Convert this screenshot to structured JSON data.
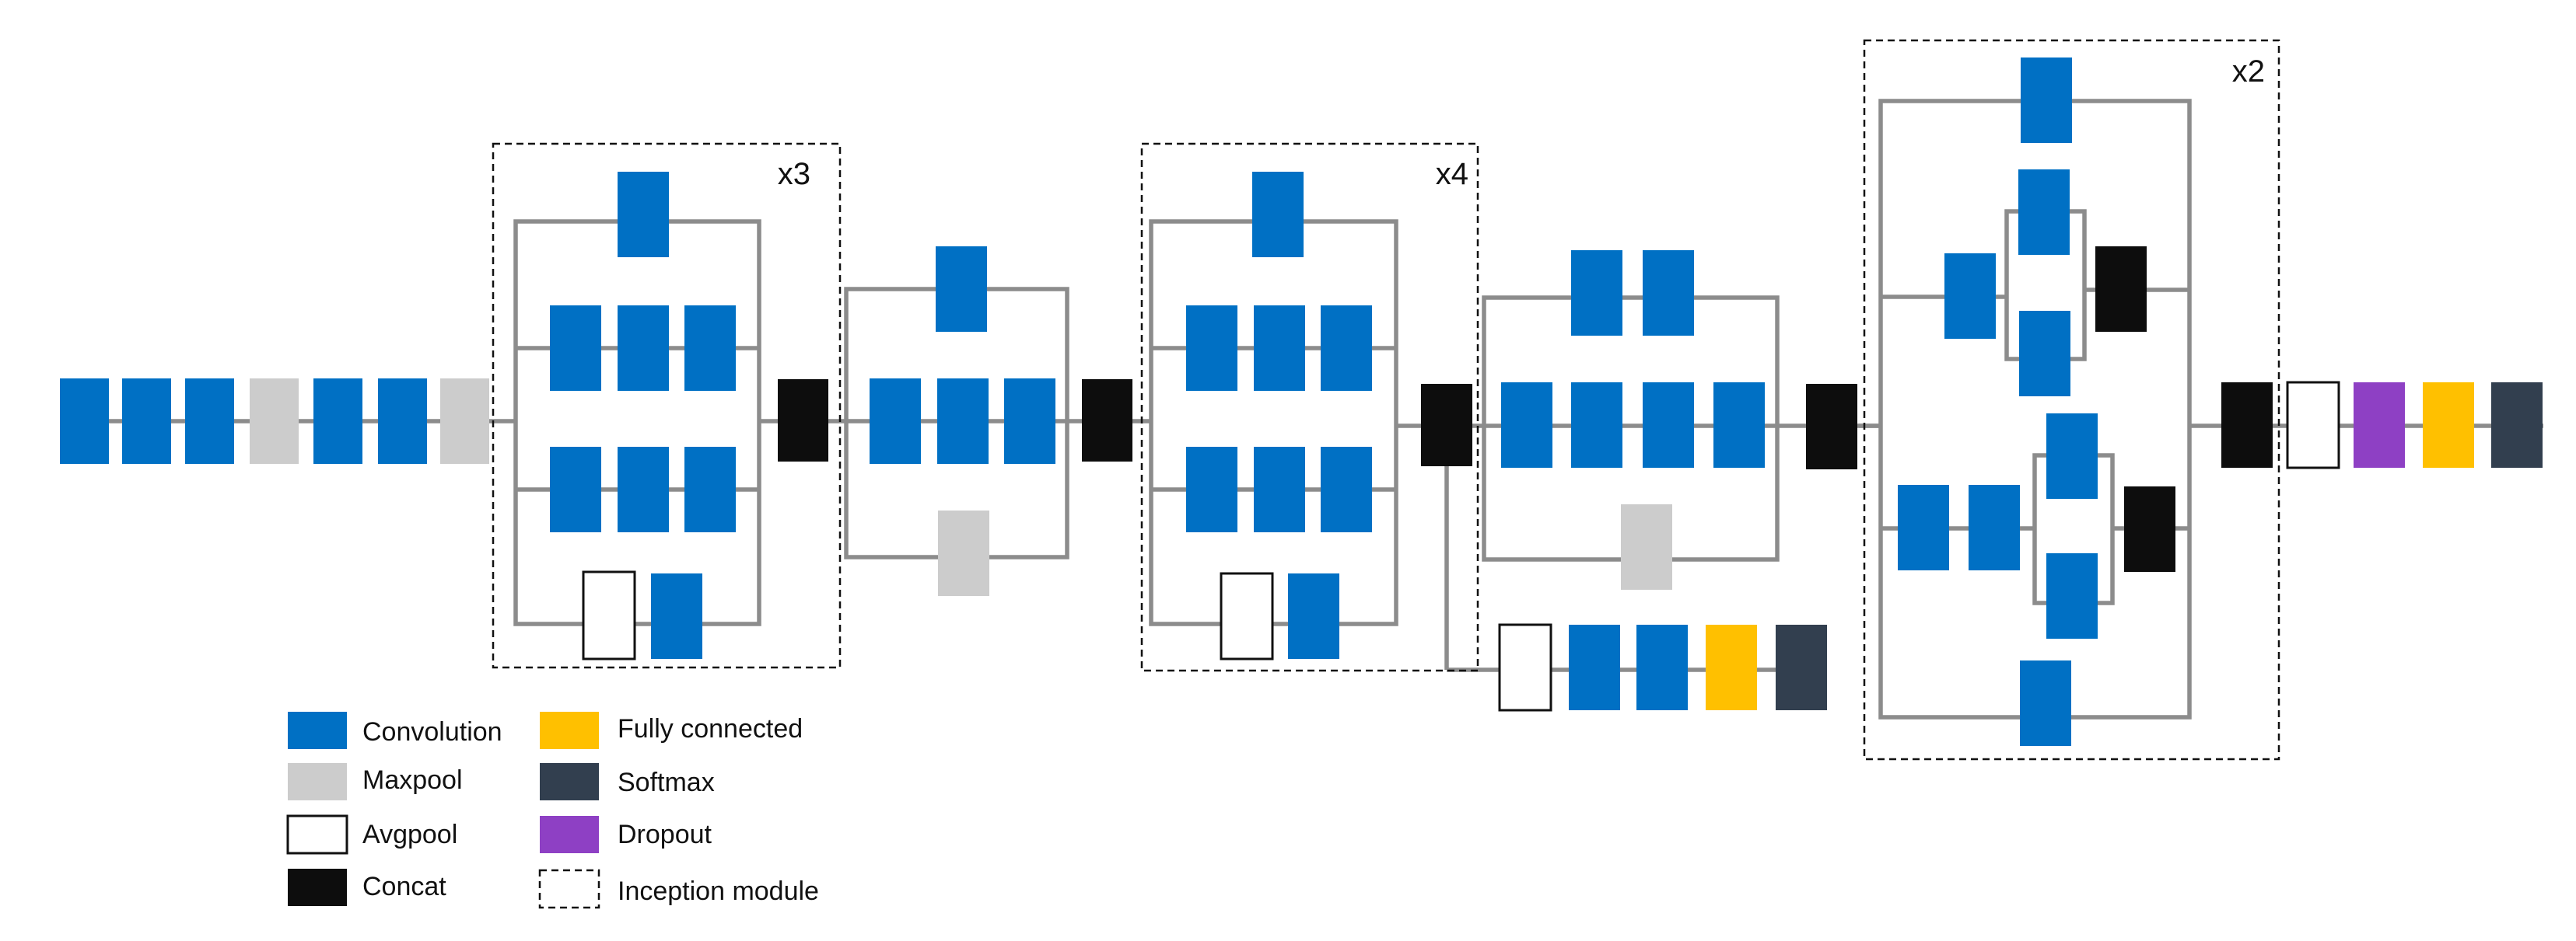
{
  "colors": {
    "convolution": "#0070C4",
    "maxpool": "#CCCCCC",
    "avgpool": "#FFFFFF",
    "concat": "#0D0D0D",
    "fully_connected": "#FFC000",
    "softmax": "#323F4F",
    "dropout": "#8E40C4",
    "connector": "#8C8C8C",
    "outline": "#111111"
  },
  "modules": [
    {
      "multiplier": "x3"
    },
    {
      "multiplier": "x4"
    },
    {
      "multiplier": "x2"
    }
  ],
  "legend": [
    {
      "type": "convolution",
      "label": "Convolution"
    },
    {
      "type": "maxpool",
      "label": "Maxpool"
    },
    {
      "type": "avgpool",
      "label": "Avgpool"
    },
    {
      "type": "concat",
      "label": "Concat"
    },
    {
      "type": "fully_connected",
      "label": "Fully connected"
    },
    {
      "type": "softmax",
      "label": "Softmax"
    },
    {
      "type": "dropout",
      "label": "Dropout"
    },
    {
      "type": "inception_module",
      "label": "Inception module"
    }
  ]
}
